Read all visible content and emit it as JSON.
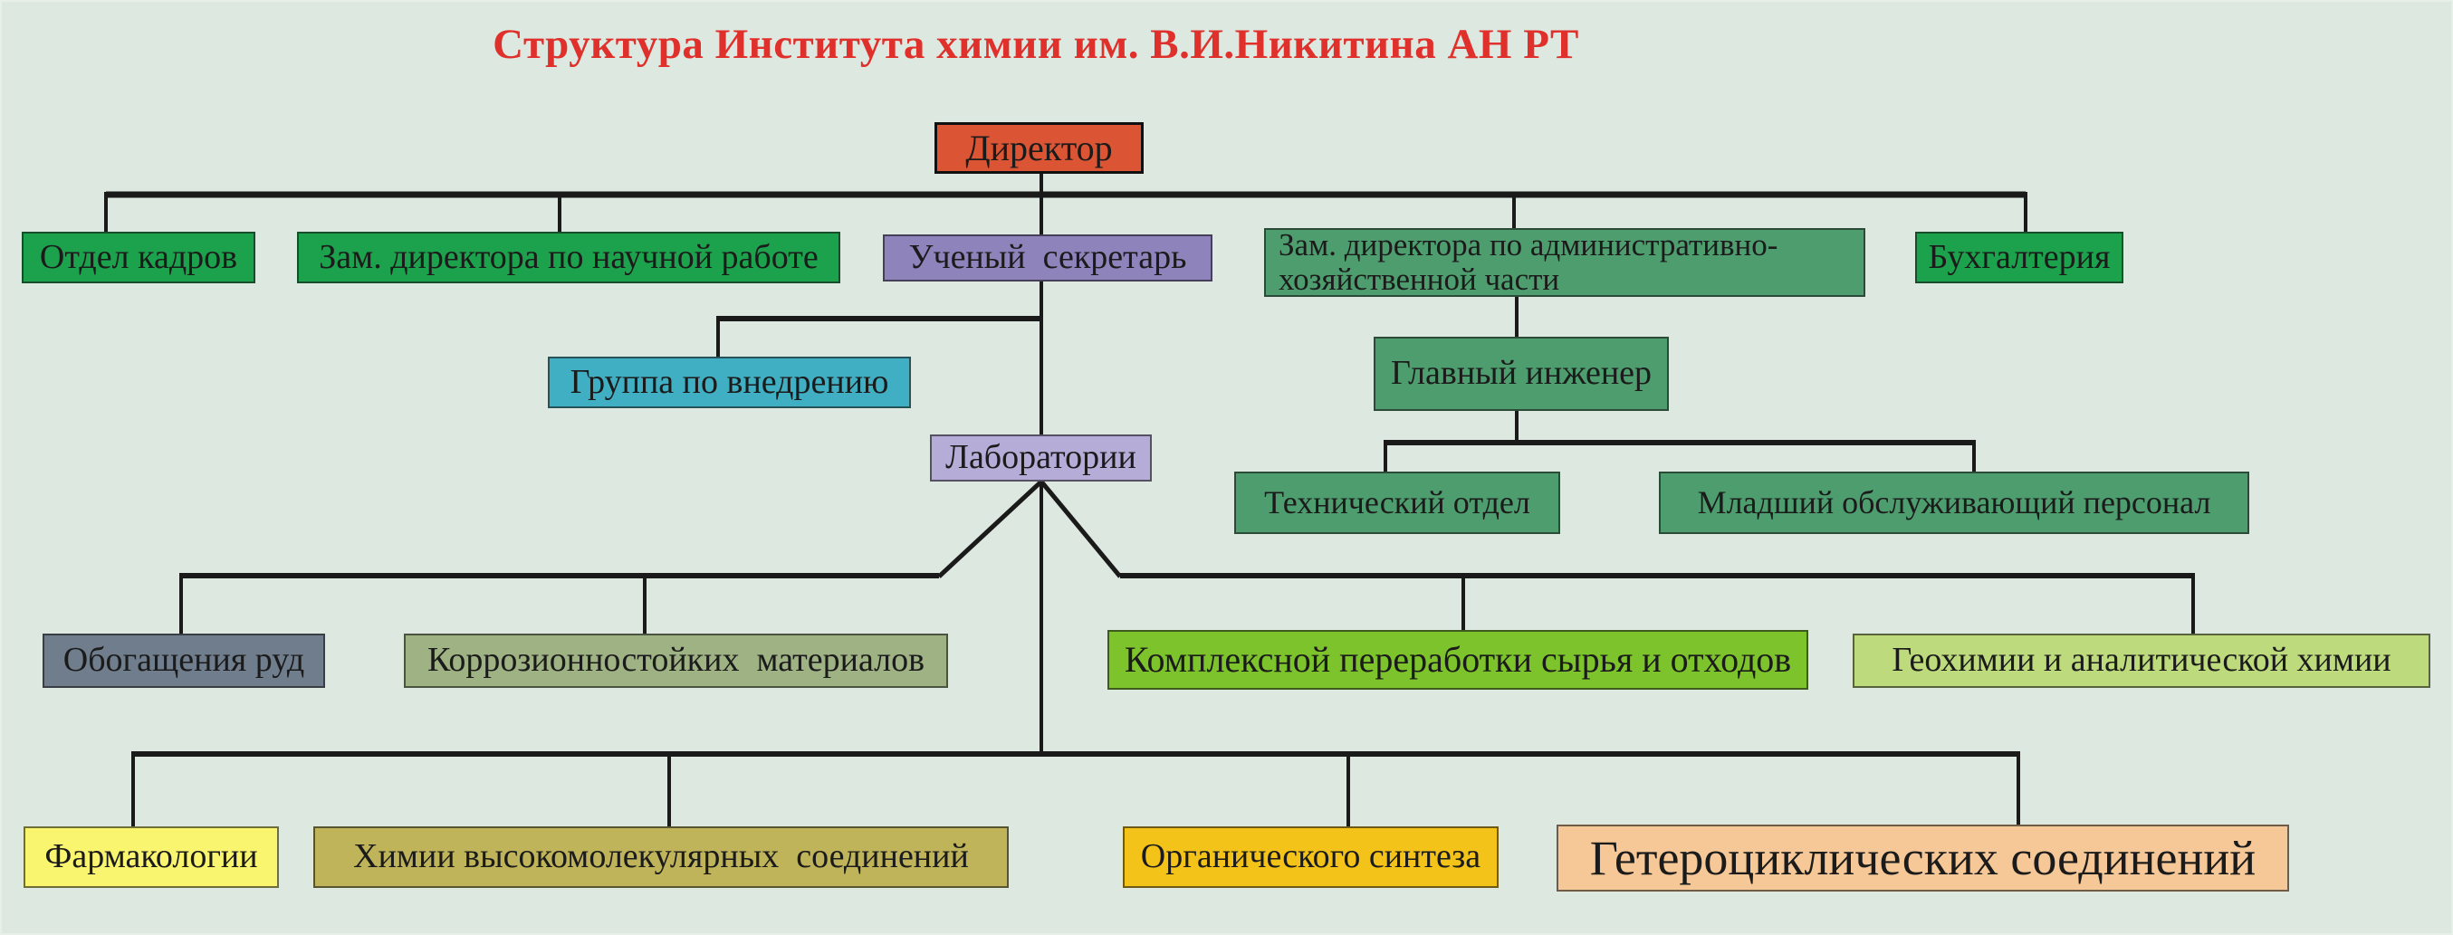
{
  "background_color": "#DCE8E0",
  "line_color": "#1a1a1a",
  "title": {
    "text": "Структура Института химии им. В.И.Никитина АН РТ",
    "color": "#E0302C"
  },
  "nodes": {
    "director": {
      "label": "Директор",
      "color": "#DB5434"
    },
    "otdel_kadrov": {
      "label": "Отдел кадров",
      "color": "#1CA24C"
    },
    "zam_nauch": {
      "label": "Зам. директора по научной работе",
      "color": "#1CA24C"
    },
    "uchenyi_sekretar": {
      "label": "Ученый  секретарь",
      "color": "#8F83BC"
    },
    "zam_adm": {
      "label": "Зам. директора по административно-хозяйственной части",
      "color": "#4E9D6E"
    },
    "buhgalteriya": {
      "label": "Бухгалтерия",
      "color": "#1CA24C"
    },
    "gruppa_vnedreniyu": {
      "label": "Группа по внедрению",
      "color": "#41AFC3"
    },
    "glavnyi_inzhener": {
      "label": "Главный инженер",
      "color": "#4E9D6E"
    },
    "laboratorii": {
      "label": "Лаборатории",
      "color": "#B6ACD8"
    },
    "tekhnicheskii_otdel": {
      "label": "Технический отдел",
      "color": "#4E9D6E"
    },
    "mladshii_personal": {
      "label": "Младший обслуживающий персонал",
      "color": "#4E9D6E"
    },
    "obogashcheniya_rud": {
      "label": "Обогащения руд",
      "color": "#6F7D8C"
    },
    "korrozionnostoikikh": {
      "label": "Коррозионностойких  материалов",
      "color": "#9FB284"
    },
    "kompleksnoi": {
      "label": "Комплексной переработки сырья и отходов",
      "color": "#7DC32C"
    },
    "geokhimii": {
      "label": "Геохимии и аналитической химии",
      "color": "#BDDA7D"
    },
    "farmakologii": {
      "label": "Фармакологии",
      "color": "#FAF56E"
    },
    "khimii_vysokomol": {
      "label": "Химии высокомолекулярных  соединений",
      "color": "#BFB45A"
    },
    "organicheskogo": {
      "label": "Органического синтеза",
      "color": "#F3C31A"
    },
    "geterotsiklicheskikh": {
      "label": "Гетероциклических соединений",
      "color": "#F6C897"
    }
  }
}
